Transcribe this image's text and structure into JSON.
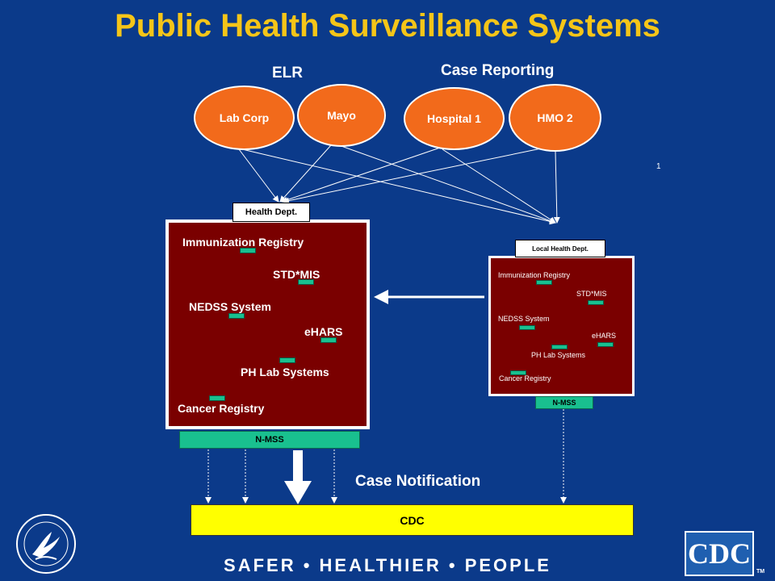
{
  "title": "Public Health Surveillance Systems",
  "elr_label": "ELR",
  "case_reporting_label": "Case Reporting",
  "sources": [
    "Lab Corp",
    "Mayo",
    "Hospital 1",
    "HMO 2"
  ],
  "page_number": "1",
  "health_dept": {
    "tag": "Health Dept.",
    "systems": {
      "immunization": "Immunization Registry",
      "std": "STD*MIS",
      "nedss": "NEDSS System",
      "ehars": "eHARS",
      "ph_lab": "PH Lab Systems",
      "cancer": "Cancer Registry"
    },
    "nmss": "N-MSS"
  },
  "local_health_dept": {
    "tag": "Local Health Dept.",
    "systems": {
      "immunization": "Immunization Registry",
      "std": "STD*MIS",
      "nedss": "NEDSS System",
      "ehars": "eHARS",
      "ph_lab": "PH Lab Systems",
      "cancer": "Cancer Registry"
    },
    "nmss": "N-MSS"
  },
  "case_notification_label": "Case Notification",
  "cdc_label": "CDC",
  "tagline": "SAFER • HEALTHIER • PEOPLE",
  "logo": {
    "cdc_text": "CDC",
    "tm": "TM"
  },
  "colors": {
    "background": "#0b3a8a",
    "title": "#f5c518",
    "ellipse": "#f26a1b",
    "panel": "#7a0000",
    "chip": "#19c08f",
    "cdc_bar": "#ffff00"
  },
  "icons": [
    "hhs-seal-icon",
    "cdc-logo-icon"
  ]
}
